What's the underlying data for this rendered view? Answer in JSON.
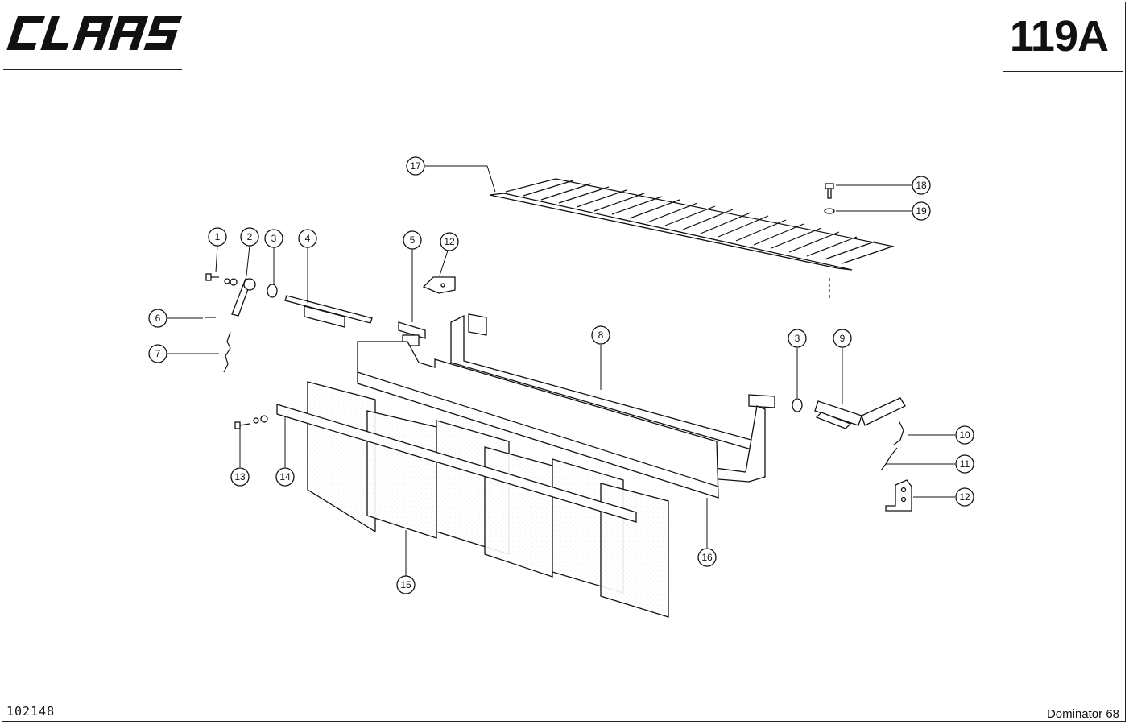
{
  "header": {
    "brand": "CLAAS",
    "page_number": "119A"
  },
  "footer": {
    "document_number": "102148",
    "model": "Dominator 68"
  },
  "callouts": [
    "1",
    "2",
    "3",
    "4",
    "5",
    "12",
    "6",
    "7",
    "17",
    "18",
    "19",
    "8",
    "3",
    "9",
    "10",
    "11",
    "12",
    "13",
    "14",
    "15",
    "16"
  ]
}
